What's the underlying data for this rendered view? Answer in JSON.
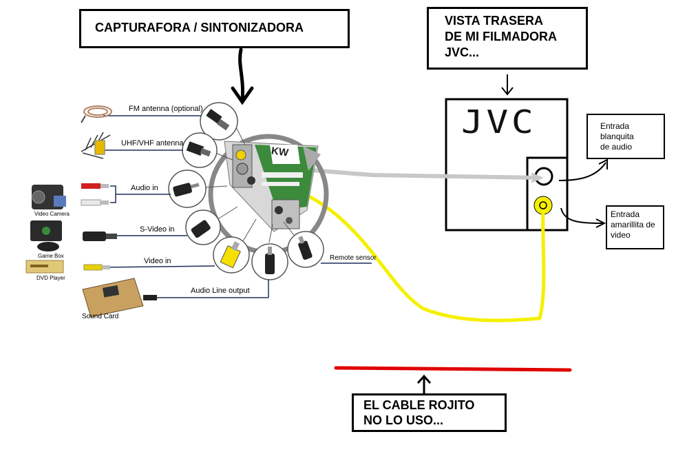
{
  "boxes": {
    "capturadora": "CAPTURAFORA / SINTONIZADORA",
    "vista_trasera": [
      "VISTA TRASERA",
      "DE MI FILMADORA",
      "JVC..."
    ],
    "cable_rojito": [
      "EL CABLE ROJITO",
      "NO LO USO..."
    ],
    "entrada_blanca": [
      "Entrada",
      "blanquita",
      "de audio"
    ],
    "entrada_amarilla": [
      "Entrada",
      "amarillita de",
      "video"
    ]
  },
  "camera": {
    "brand": "JVC"
  },
  "card_ports": {
    "fm": "FM antenna (optional)",
    "uhf": "UHF/VHF antenna",
    "audio_in": "Audio in",
    "svideo": "S-Video in",
    "video_in": "Video in",
    "audio_line": "Audio  Line output",
    "remote": "Remote sensor"
  },
  "devices": {
    "video_camera": "Video Camera",
    "game_box": "Game Box",
    "dvd_player": "DVD Player",
    "sound_card": "Sound Card"
  },
  "card_brand": "KW",
  "colors": {
    "yellow_cable": "#f5f000",
    "grey_cable": "#c8c8c8",
    "red_cable": "#e00000",
    "outline": "#000000"
  }
}
